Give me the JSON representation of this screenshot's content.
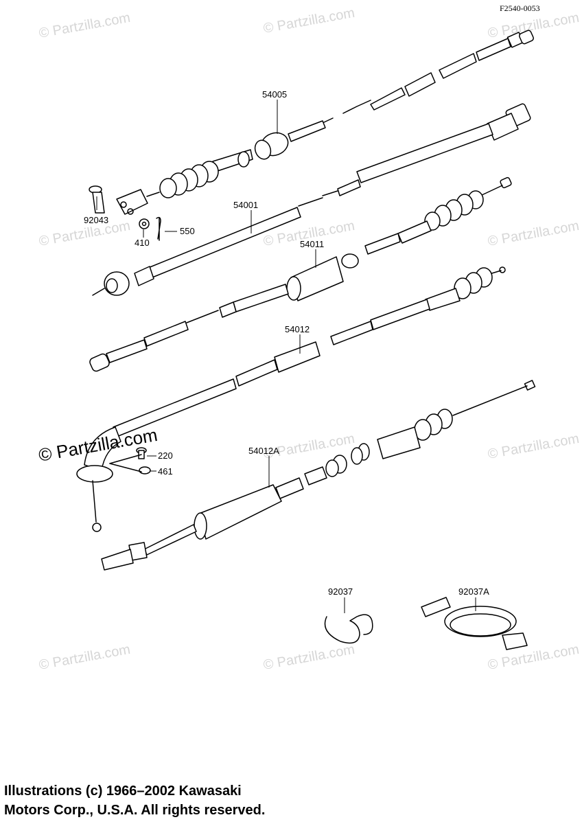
{
  "figure_number": "F2540-0053",
  "parts": [
    {
      "id": "54005"
    },
    {
      "id": "92043"
    },
    {
      "id": "410"
    },
    {
      "id": "550"
    },
    {
      "id": "54001"
    },
    {
      "id": "54011"
    },
    {
      "id": "54012"
    },
    {
      "id": "220"
    },
    {
      "id": "461"
    },
    {
      "id": "54012A"
    },
    {
      "id": "92037"
    },
    {
      "id": "92037A"
    }
  ],
  "watermark": {
    "text": "© Partzilla.com"
  },
  "copyright": {
    "line1": "Illustrations (c) 1966–2002 Kawasaki",
    "line2": "Motors Corp., U.S.A.  All rights reserved."
  }
}
